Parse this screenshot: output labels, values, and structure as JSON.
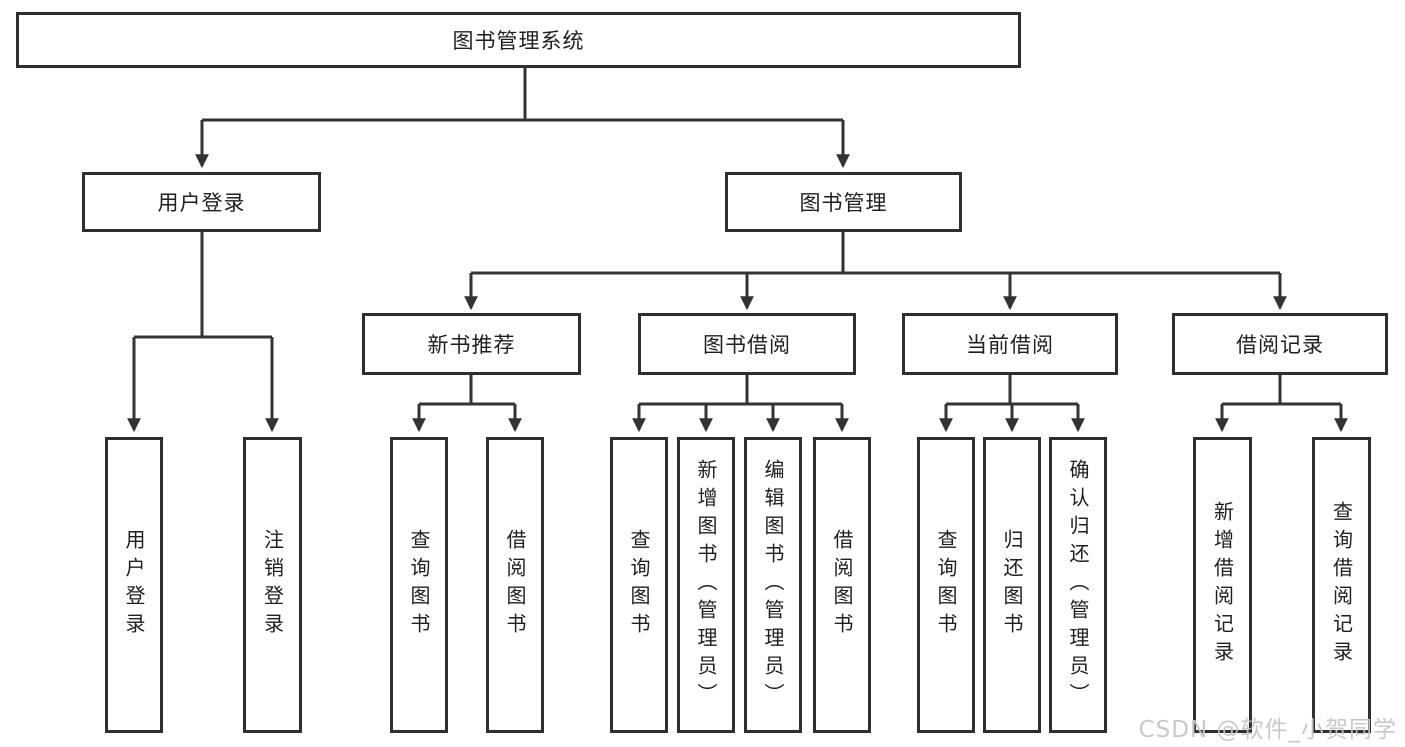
{
  "diagram": {
    "root": {
      "label": "图书管理系统"
    },
    "level2": [
      {
        "label": "用户登录"
      },
      {
        "label": "图书管理"
      }
    ],
    "level3": [
      {
        "label": "新书推荐"
      },
      {
        "label": "图书借阅"
      },
      {
        "label": "当前借阅"
      },
      {
        "label": "借阅记录"
      }
    ],
    "leaves": [
      {
        "label": "用户登录"
      },
      {
        "label": "注销登录"
      },
      {
        "label": "查询图书"
      },
      {
        "label": "借阅图书"
      },
      {
        "label": "查询图书"
      },
      {
        "label": "新增图书（管理员）"
      },
      {
        "label": "编辑图书（管理员）"
      },
      {
        "label": "借阅图书"
      },
      {
        "label": "查询图书"
      },
      {
        "label": "归还图书"
      },
      {
        "label": "确认归还（管理员）"
      },
      {
        "label": "新增借阅记录"
      },
      {
        "label": "查询借阅记录"
      }
    ]
  },
  "watermark": {
    "text": "CSDN @软件_小贺同学"
  },
  "colors": {
    "line": "#333333",
    "box_border": "#2f2f2f",
    "text": "#1f1f1f",
    "watermark": "#c6c6c6",
    "background": "#ffffff"
  }
}
